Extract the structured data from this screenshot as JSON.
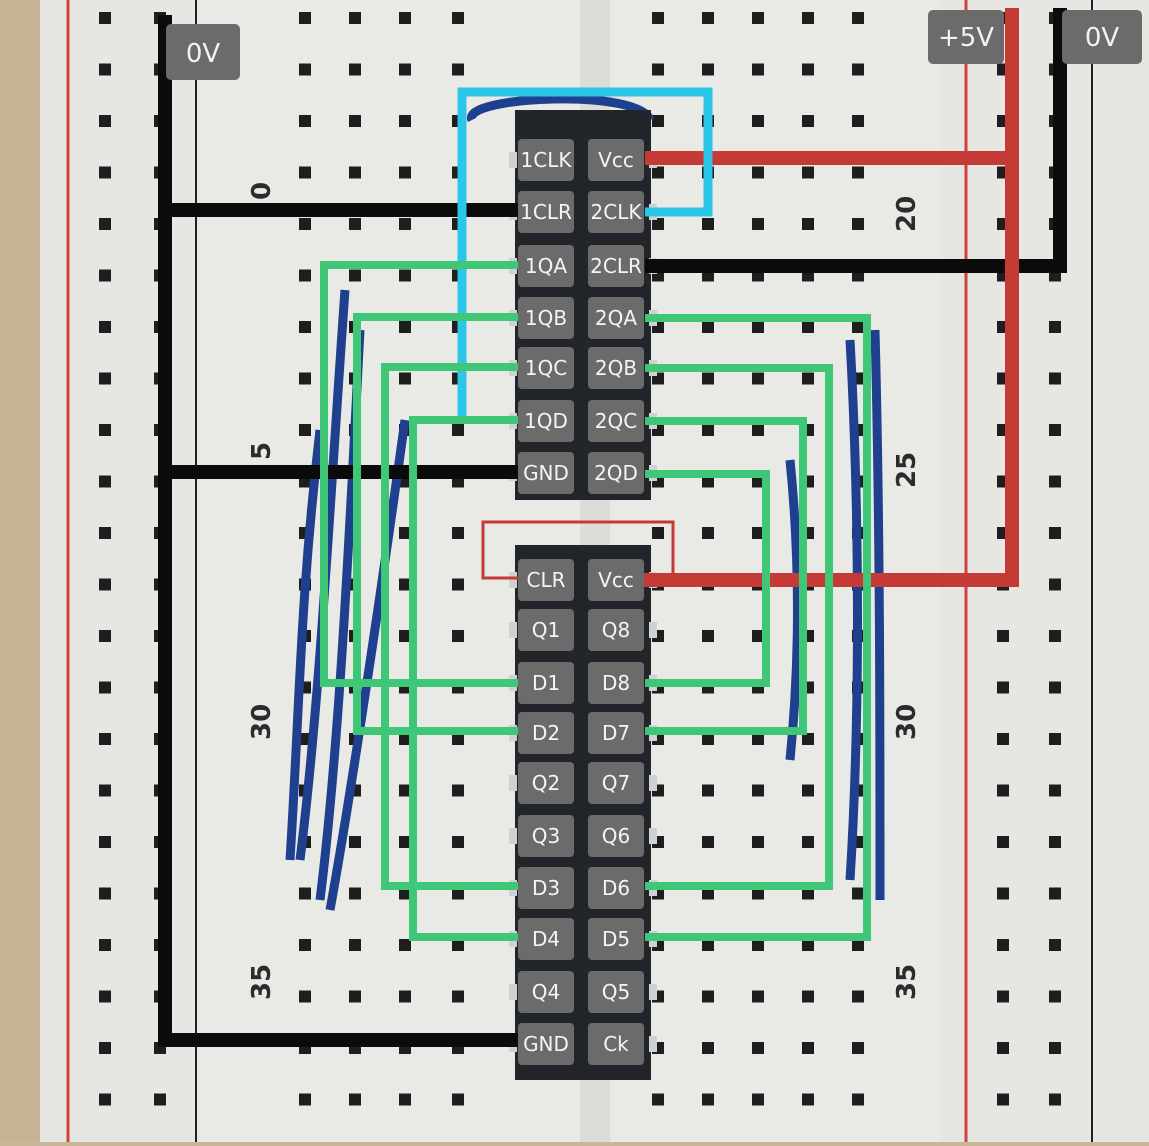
{
  "rail_labels": {
    "left_0v": "0V",
    "right_5v": "+5V",
    "right_0v": "0V"
  },
  "row_numbers": {
    "left": [
      "0",
      "5",
      "30",
      "35"
    ],
    "right": [
      "20",
      "25",
      "30",
      "35"
    ]
  },
  "chip_top": {
    "left_pins": [
      "1CLK",
      "1CLR",
      "1QA",
      "1QB",
      "1QC",
      "1QD",
      "GND"
    ],
    "right_pins": [
      "Vcc",
      "2CLK",
      "2CLR",
      "2QA",
      "2QB",
      "2QC",
      "2QD"
    ]
  },
  "chip_bottom": {
    "left_pins": [
      "CLR",
      "Q1",
      "D1",
      "D2",
      "Q2",
      "Q3",
      "D3",
      "D4",
      "Q4",
      "GND"
    ],
    "right_pins": [
      "Vcc",
      "Q8",
      "D8",
      "D7",
      "Q7",
      "Q6",
      "D6",
      "D5",
      "Q5",
      "Ck"
    ]
  },
  "colors": {
    "ground_wire": "#0b0b0b",
    "power_wire": "#c63a35",
    "clock_wire": "#2bc6e8",
    "data_wire": "#3fc677",
    "label_box": "#6b6b6b",
    "chip_body": "#22252a",
    "board": "#e9e9e6",
    "rail_red": "#d2423c"
  }
}
